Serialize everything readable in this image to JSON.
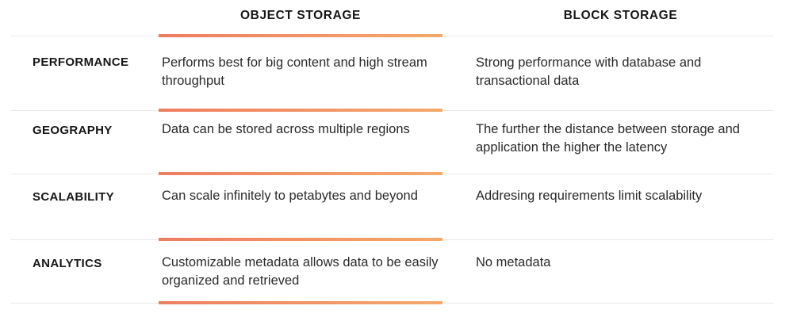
{
  "table": {
    "columns": [
      {
        "key": "label",
        "header": ""
      },
      {
        "key": "object",
        "header": "OBJECT STORAGE"
      },
      {
        "key": "block",
        "header": "BLOCK STORAGE"
      }
    ],
    "rows": [
      {
        "label": "PERFORMANCE",
        "object": "Performs best for big content and high stream throughput",
        "block": "Strong performance with database and transactional data"
      },
      {
        "label": "GEOGRAPHY",
        "object": "Data can be stored across multiple regions",
        "block": "The further the distance between storage and application the higher the latency"
      },
      {
        "label": "SCALABILITY",
        "object": "Can scale infinitely to petabytes and beyond",
        "block": "Addresing requirements limit scalability"
      },
      {
        "label": "ANALYTICS",
        "object": "Customizable metadata allows data to be easily organized and retrieved",
        "block": "No metadata"
      }
    ]
  },
  "colors": {
    "accent_start": "#ef7d61",
    "accent_end": "#f3a96a",
    "divider": "#e8e8e8",
    "text": "#1a1a1a",
    "background": "#ffffff"
  }
}
